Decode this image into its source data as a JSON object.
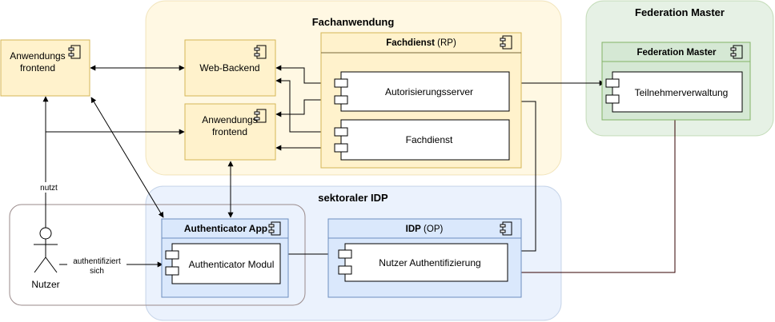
{
  "groups": {
    "fachanwendung": {
      "title": "Fachanwendung",
      "fill": "#fff2cc",
      "stroke": "#d6b656"
    },
    "federation": {
      "title": "Federation Master",
      "fill": "#d5e8d4",
      "stroke": "#82b366"
    },
    "idp_group": {
      "title": "sektoraler IDP",
      "fill": "#dae8fc",
      "stroke": "#6c8ebf"
    }
  },
  "components": {
    "client_app": {
      "label_line1": "Anwendungs",
      "label_line2": "frontend"
    },
    "web_backend": {
      "label": "Web-Backend"
    },
    "app_frontend": {
      "label_line1": "Anwendungs",
      "label_line2": "frontend"
    },
    "fachdienst_rp": {
      "title": "Fachdienst",
      "title_suffix": "(RP)"
    },
    "autorisierungsserver": {
      "label": "Autorisierungsserver"
    },
    "fachdienst": {
      "label": "Fachdienst"
    },
    "fed_master": {
      "title": "Federation Master"
    },
    "teilnehmerverwaltung": {
      "label": "Teilnehmerverwaltung"
    },
    "authenticator_app": {
      "title": "Authenticator App"
    },
    "authenticator_modul": {
      "label": "Authenticator Modul"
    },
    "idp_op": {
      "title": "IDP",
      "title_suffix": "(OP)"
    },
    "nutzer_auth": {
      "label": "Nutzer Authentifizierung"
    }
  },
  "actor": {
    "label": "Nutzer"
  },
  "edges": {
    "nutzt": "nutzt",
    "auth_line1": "authentifiziert",
    "auth_line2": "sich"
  }
}
